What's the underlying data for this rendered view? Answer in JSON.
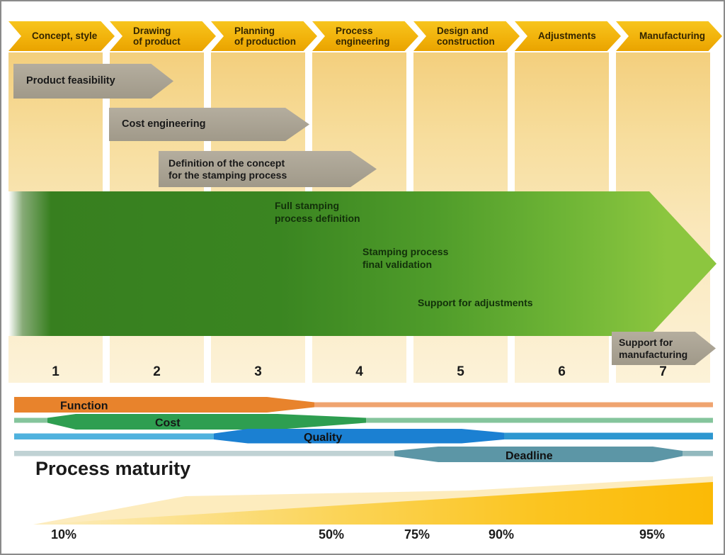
{
  "phases": [
    {
      "label": "Concept, style",
      "number": "1"
    },
    {
      "label": "Drawing\nof product",
      "number": "2"
    },
    {
      "label": "Planning\nof production",
      "number": "3"
    },
    {
      "label": "Process\nengineering",
      "number": "4"
    },
    {
      "label": "Design and\nconstruction",
      "number": "5"
    },
    {
      "label": "Adjustments",
      "number": "6"
    },
    {
      "label": "Manufacturing",
      "number": "7"
    }
  ],
  "activities": [
    {
      "label": "Product feasibility"
    },
    {
      "label": "Cost engineering"
    },
    {
      "label": "Definition of the concept\nfor the stamping process"
    },
    {
      "label": "Support for\nmanufacturing"
    }
  ],
  "green_arrow": {
    "labels": [
      "Full stamping\nprocess definition",
      "Stamping process\nfinal validation",
      "Support for adjustments"
    ]
  },
  "ribbons": [
    {
      "label": "Function",
      "color": "#E8832C"
    },
    {
      "label": "Cost",
      "color": "#2E9E50"
    },
    {
      "label": "Quality",
      "color": "#1B80D2"
    },
    {
      "label": "Deadline",
      "color": "#5C96A6"
    }
  ],
  "maturity": {
    "title": "Process maturity",
    "percentages": [
      {
        "label": "10%"
      },
      {
        "label": "50%"
      },
      {
        "label": "75%"
      },
      {
        "label": "90%"
      },
      {
        "label": "95%"
      }
    ]
  },
  "colors": {
    "phase_gold": "#F1B10A",
    "activity_gray": "#A9A292",
    "green_dark": "#3A8521",
    "green_light": "#8CC63F",
    "column_yellow": "#F8E2A4",
    "maturity_gold": "#FBBA06"
  }
}
